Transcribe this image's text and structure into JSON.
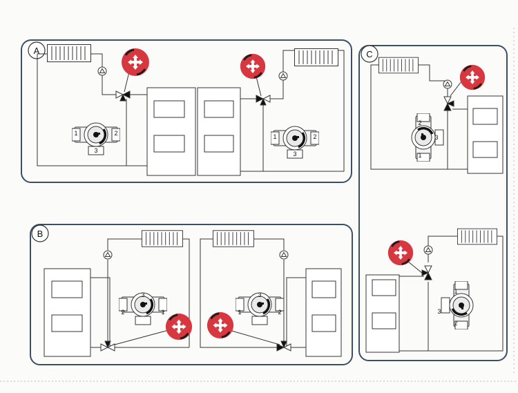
{
  "panels": [
    {
      "id": "A",
      "label": "A"
    },
    {
      "id": "B",
      "label": "B"
    },
    {
      "id": "C",
      "label": "C"
    }
  ],
  "valve_ports": {
    "a_left": [
      "1",
      "2",
      "3"
    ],
    "a_right": [
      "1",
      "2",
      "3"
    ],
    "b_left": [
      "2",
      "1",
      "3"
    ],
    "b_right": [
      "1",
      "2",
      "3"
    ],
    "c_top": [
      "2",
      "3",
      "1"
    ],
    "c_bottom": [
      "3",
      "1",
      "2"
    ]
  },
  "colors": {
    "line": "#333333",
    "panel_border": "#3a4f66",
    "actuator_red": "#d7373f",
    "actuator_dark": "#1c1c1c",
    "background": "#fbfbfa"
  },
  "icons": {
    "actuator": "valve-actuator-icon",
    "radiator": "radiator-icon",
    "pump": "pump-icon",
    "mixing_valve": "three-way-valve-icon",
    "boiler": "boiler-icon"
  }
}
